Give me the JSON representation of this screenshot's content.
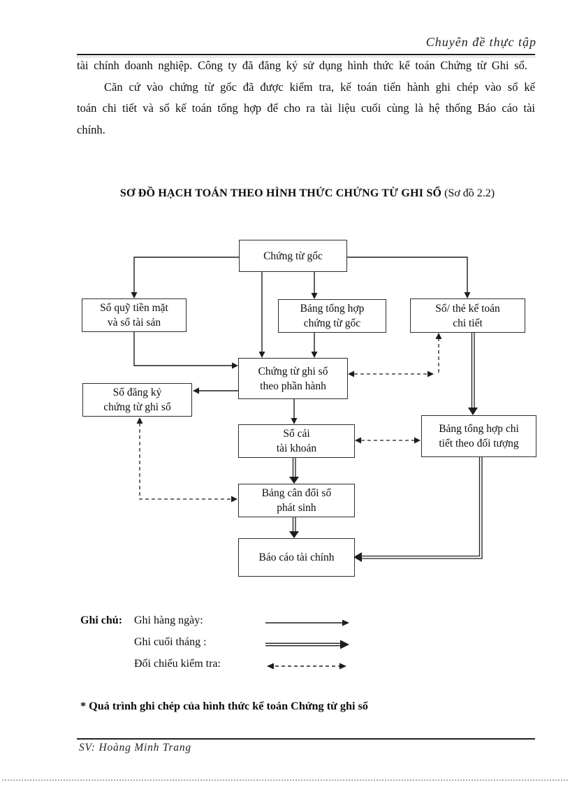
{
  "colors": {
    "ink": "#111111",
    "page_background": "#ffffff"
  },
  "page": {
    "header_right": "Chuyên đề thực tập",
    "paragraphs": [
      "tài chính doanh nghiệp. Công ty đã đăng ký sử dụng hình thức kế toán Chứng từ Ghi sổ.",
      "Căn cứ vào chứng từ gốc đã được kiểm tra, kế toán tiến hành ghi chép vào sổ kế toán chi tiết và sổ kế toán tổng hợp để cho ra tài liệu cuối cùng là hệ thống Báo cáo tài chính."
    ],
    "footer": "SV: Hoàng Minh Trang"
  },
  "diagram": {
    "title_bold": "SƠ ĐỒ HẠCH TOÁN THEO HÌNH THỨC CHỨNG TỪ GHI SỔ",
    "title_suffix": " (Sơ đồ 2.2)",
    "boxes": {
      "chung_tu_goc": "Chứng từ gốc",
      "so_quy": "Sổ quỹ tiền mặt\nvà sổ tài sản",
      "bang_tong_hop_ctg": "Bảng tổng hợp\nchứng từ gốc",
      "so_the_ke_toan": "Sổ/ thẻ kế toán\nchi tiết",
      "ctgs_phan_hanh": "Chứng từ ghi sổ\ntheo phần hành",
      "so_dang_ky": "Sổ đăng ký\nchứng từ ghi sổ",
      "so_cai": "Sổ cái\ntài khoản",
      "bang_th_chi_tiet": "Bảng tổng hợp chi\ntiết theo đối tượng",
      "bang_can_doi": "Bảng cân đối số\nphát sinh",
      "bao_cao": "Báo cáo tài chính"
    },
    "connections": [
      {
        "from": "chung_tu_goc",
        "to": "so_quy",
        "style": "solid"
      },
      {
        "from": "chung_tu_goc",
        "to": "bang_tong_hop_ctg",
        "style": "solid"
      },
      {
        "from": "chung_tu_goc",
        "to": "so_the_ke_toan",
        "style": "solid"
      },
      {
        "from": "chung_tu_goc",
        "to": "ctgs_phan_hanh",
        "style": "solid"
      },
      {
        "from": "bang_tong_hop_ctg",
        "to": "ctgs_phan_hanh",
        "style": "solid"
      },
      {
        "from": "so_quy",
        "to": "ctgs_phan_hanh",
        "style": "solid"
      },
      {
        "from": "ctgs_phan_hanh",
        "to": "so_dang_ky",
        "style": "solid"
      },
      {
        "from": "ctgs_phan_hanh",
        "to": "so_cai",
        "style": "solid"
      },
      {
        "from": "so_cai",
        "to": "bang_can_doi",
        "style": "double"
      },
      {
        "from": "bang_can_doi",
        "to": "bao_cao",
        "style": "double"
      },
      {
        "from": "so_the_ke_toan",
        "to": "bang_th_chi_tiet",
        "style": "double"
      },
      {
        "from": "bang_th_chi_tiet",
        "to": "bao_cao",
        "style": "double"
      },
      {
        "from": "ctgs_phan_hanh",
        "to": "so_the_ke_toan",
        "style": "dashed-bidirectional"
      },
      {
        "from": "so_cai",
        "to": "bang_th_chi_tiet",
        "style": "dashed-bidirectional"
      },
      {
        "from": "so_dang_ky",
        "to": "bang_can_doi",
        "style": "dashed-bidirectional"
      }
    ]
  },
  "legend": {
    "label": "Ghi chú:",
    "items": [
      {
        "label": "Ghi hàng ngày:",
        "arrow": "solid"
      },
      {
        "label": "Ghi cuối tháng :",
        "arrow": "double"
      },
      {
        "label": "Đối chiếu kiểm tra:",
        "arrow": "dashed"
      }
    ]
  },
  "note": {
    "text": "* Quá trình ghi chép của hình thức kế toán Chứng từ ghi sổ"
  }
}
